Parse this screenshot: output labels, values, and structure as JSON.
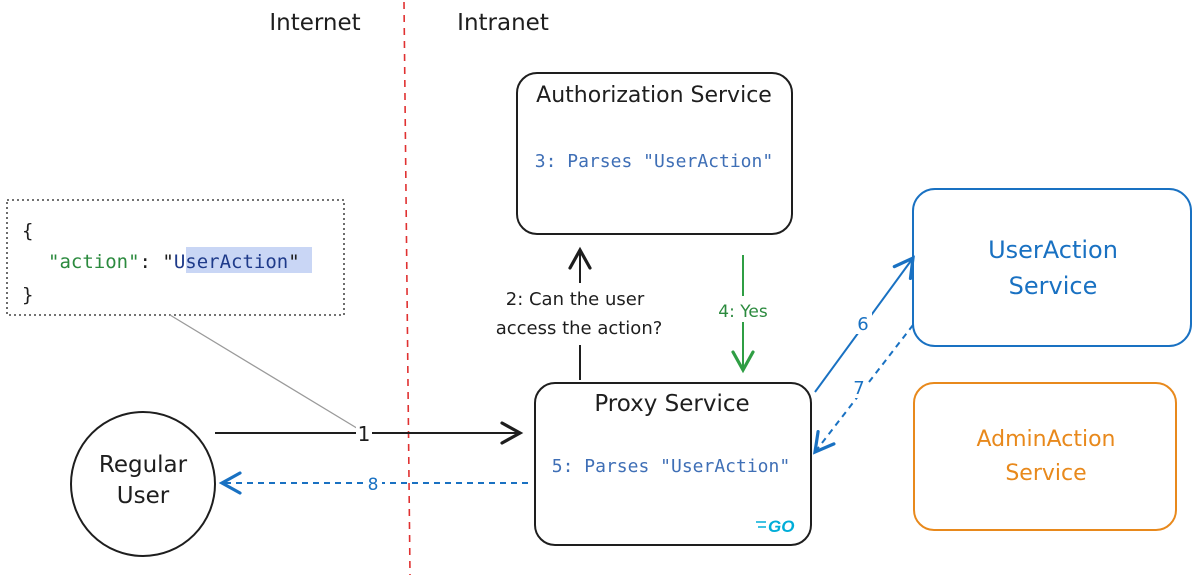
{
  "zones": {
    "internet": "Internet",
    "intranet": "Intranet"
  },
  "payload": {
    "open_brace": "{",
    "key": "\"action\"",
    "colon": ": ",
    "quote": "\"",
    "value": "UserAction",
    "close_brace": "}"
  },
  "nodes": {
    "authorization_service": {
      "title": "Authorization Service",
      "note": "3: Parses \"UserAction\""
    },
    "proxy_service": {
      "title": "Proxy Service",
      "note": "5: Parses \"UserAction\"",
      "logo": "GO"
    },
    "user_action_service": {
      "line1": "UserAction",
      "line2": "Service"
    },
    "admin_action_service": {
      "line1": "AdminAction",
      "line2": "Service"
    },
    "regular_user": {
      "line1": "Regular",
      "line2": "User"
    }
  },
  "edges": {
    "step1": "1",
    "step2_line1": "2: Can the user",
    "step2_line2": "access the action?",
    "step4": "4: Yes",
    "step6": "6",
    "step7": "7",
    "step8": "8"
  },
  "colors": {
    "ink": "#1e1e1e",
    "blue": "#1971c2",
    "blue_text": "#3f6fb6",
    "green": "#2f9e44",
    "green_text": "#2b8a3e",
    "orange": "#e8891c",
    "red": "#e03131",
    "highlight": "#c9d6f5"
  }
}
